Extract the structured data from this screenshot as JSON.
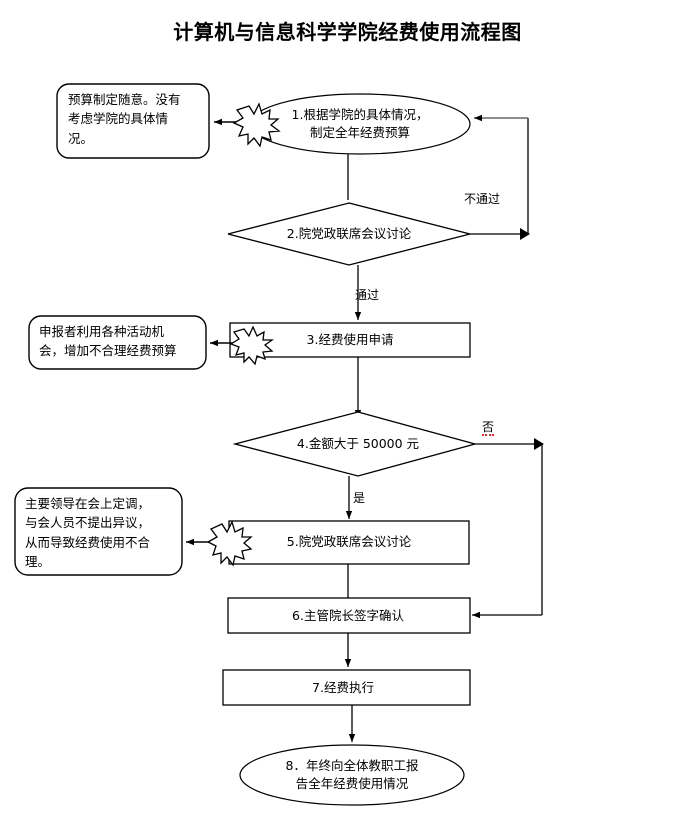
{
  "title": "计算机与信息科学学院经费使用流程图",
  "colors": {
    "stroke": "#000000",
    "fill": "#ffffff",
    "text": "#000000",
    "spell_error_underline": "#e03030",
    "loop_line": "#666666"
  },
  "nodes": [
    {
      "id": "n1",
      "shape": "ellipse",
      "label": "1.根据学院的具体情况，\n制定全年经费预算"
    },
    {
      "id": "n2",
      "shape": "diamond",
      "label": "2.院党政联席会议讨论"
    },
    {
      "id": "n3",
      "shape": "rect",
      "label": "3.经费使用申请"
    },
    {
      "id": "n4",
      "shape": "diamond",
      "label": "4.金额大于 50000 元"
    },
    {
      "id": "n5",
      "shape": "rect",
      "label": "5.院党政联席会议讨论"
    },
    {
      "id": "n6",
      "shape": "rect",
      "label": "6.主管院长签字确认"
    },
    {
      "id": "n7",
      "shape": "rect",
      "label": "7.经费执行"
    },
    {
      "id": "n8",
      "shape": "ellipse",
      "label": "8．年终向全体教职工报\n告全年经费使用情况"
    }
  ],
  "notes": [
    {
      "id": "note1",
      "shape": "rounded-rect",
      "label": "预算制定随意。没有\n考虑学院的具体情\n况。",
      "attached_to": "n1"
    },
    {
      "id": "note2",
      "shape": "rounded-rect",
      "label": "申报者利用各种活动机\n会，增加不合理经费预算",
      "attached_to": "n3"
    },
    {
      "id": "note3",
      "shape": "rounded-rect",
      "label": "主要领导在会上定调，\n与会人员不提出异议，\n从而导致经费使用不合\n理。",
      "attached_to": "n5"
    }
  ],
  "edge_labels": [
    {
      "id": "e-fail",
      "text": "不通过",
      "from": "n2",
      "to": "n1",
      "spell_error": false
    },
    {
      "id": "e-pass",
      "text": "通过",
      "from": "n2",
      "to": "n3",
      "spell_error": false
    },
    {
      "id": "e-no",
      "text": "否",
      "from": "n4",
      "to": "n6",
      "spell_error": true
    },
    {
      "id": "e-yes",
      "text": "是",
      "from": "n4",
      "to": "n5",
      "spell_error": false
    }
  ],
  "bursts": [
    {
      "id": "burst1",
      "attached_to": "n1"
    },
    {
      "id": "burst2",
      "attached_to": "n3"
    },
    {
      "id": "burst3",
      "attached_to": "n5"
    }
  ]
}
